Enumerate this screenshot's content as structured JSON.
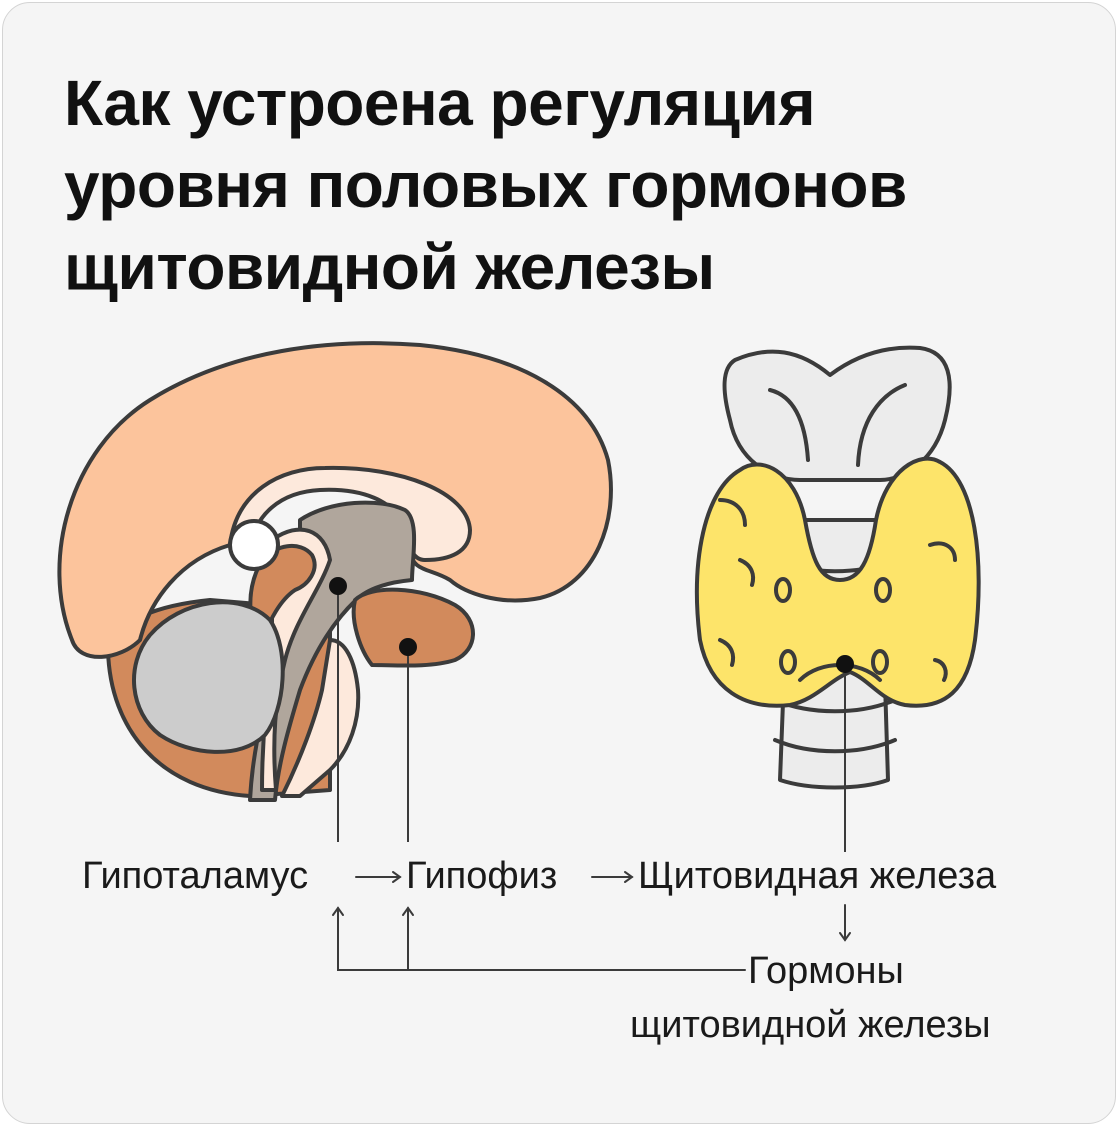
{
  "title": {
    "lines": [
      "Как устроена регуляция",
      "уровня половых гормонов",
      "щитовидной железы"
    ]
  },
  "labels": {
    "hypothalamus": "Гипоталамус",
    "pituitary": "Гипофиз",
    "thyroid": "Щитовидная железа",
    "hormones_line1": "Гормоны",
    "hormones_line2": "щитовидной железы"
  },
  "colors": {
    "background": "#f5f5f5",
    "brain_cortex": "#fcc49c",
    "brain_brown": "#d28a5c",
    "brain_grey": "#b0a69c",
    "cerebellum": "#cccccc",
    "inner_light": "#fde9dc",
    "thyroid": "#fde46a",
    "cartilage": "#ececec",
    "outline": "#3b3b3b"
  }
}
